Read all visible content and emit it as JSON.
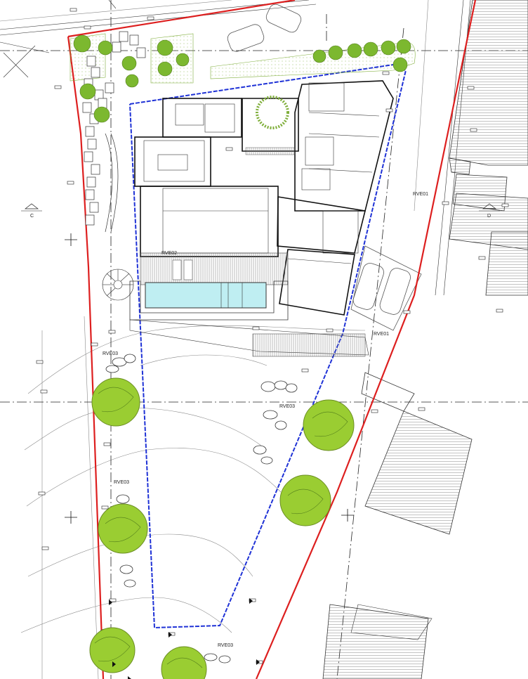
{
  "plan": {
    "zones": [
      {
        "key": "rve01_top",
        "text": "RVE01"
      },
      {
        "key": "rve01_mid",
        "text": "RVE01"
      },
      {
        "key": "rve02_pool",
        "text": "RVE02"
      },
      {
        "key": "rve03_left_a",
        "text": "RVE03"
      },
      {
        "key": "rve03_center",
        "text": "RVE03"
      },
      {
        "key": "rve03_left_b",
        "text": "RVE03"
      },
      {
        "key": "rve03_bottom",
        "text": "RVE03"
      }
    ],
    "section_markers": [
      {
        "key": "c",
        "text": "C"
      },
      {
        "key": "d",
        "text": "D"
      }
    ],
    "colors": {
      "property_line": "#dd1f1f",
      "building_limit": "#1f32d6",
      "vegetation": "#9acd32",
      "pool": "#bfeef2",
      "roof_hatch": "#444444"
    }
  }
}
